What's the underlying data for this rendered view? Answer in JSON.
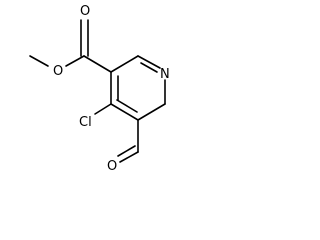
{
  "structure": {
    "atoms": {
      "N": "N",
      "Cl": "Cl",
      "O_carbonyl": "O",
      "O_ester": "O",
      "O_aldehyde": "O"
    },
    "colors": {
      "bond": "#000000",
      "label": "#000000",
      "background": "#ffffff"
    }
  }
}
